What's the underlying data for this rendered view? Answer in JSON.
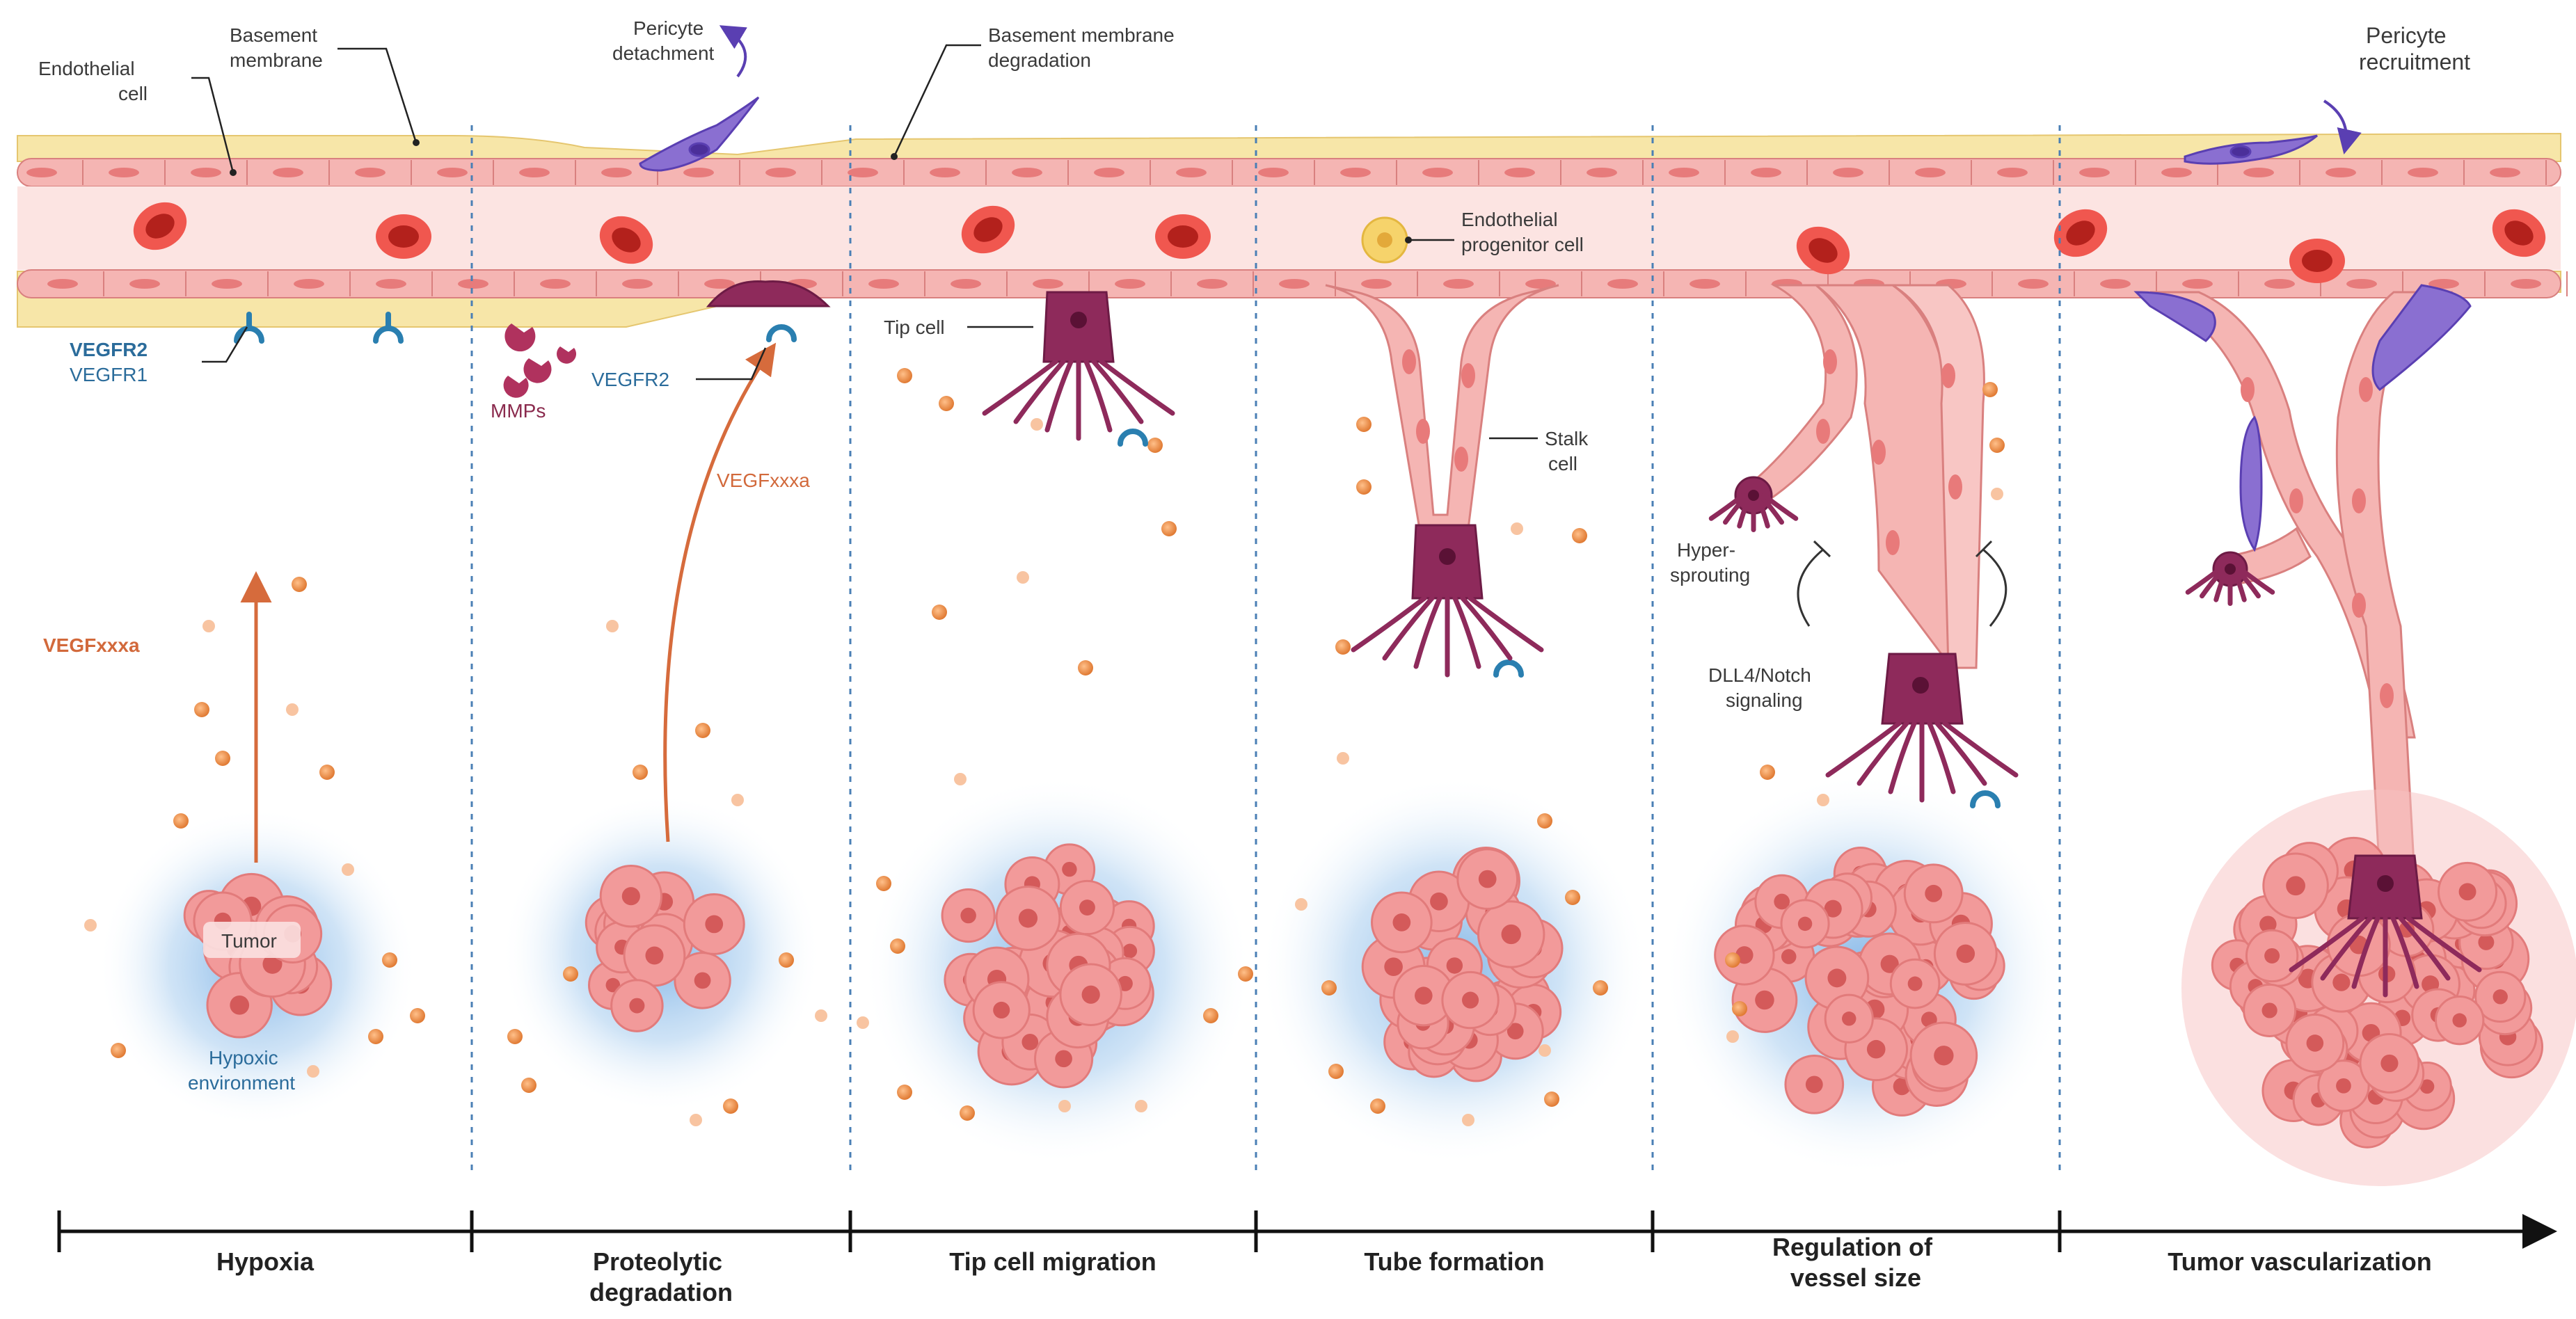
{
  "labels": {
    "endothelial_cell": [
      "Endothelial",
      "cell"
    ],
    "basement_membrane": [
      "Basement",
      "membrane"
    ],
    "pericyte_detachment": [
      "Pericyte",
      "detachment"
    ],
    "bm_degradation": [
      "Basement membrane",
      "degradation"
    ],
    "pericyte_recruitment": [
      "Pericyte",
      "recruitment"
    ],
    "vegfr2_bold": "VEGFR2",
    "vegfr1": "VEGFR1",
    "mmps": "MMPs",
    "vegfr2": "VEGFR2",
    "vegf_1": "VEGFxxxa",
    "vegf_2": "VEGFxxxa",
    "tumor": "Tumor",
    "hypoxic": [
      "Hypoxic",
      "environment"
    ],
    "tip_cell": "Tip cell",
    "epc": [
      "Endothelial",
      "progenitor cell"
    ],
    "stalk": [
      "Stalk",
      "cell"
    ],
    "hypersprouting": [
      "Hyper-",
      "sprouting"
    ],
    "dll4": [
      "DLL4/Notch",
      "signaling"
    ]
  },
  "timeline": {
    "stages": [
      [
        "Hypoxia"
      ],
      [
        "Proteolytic",
        "degradation"
      ],
      [
        "Tip cell migration"
      ],
      [
        "Tube formation"
      ],
      [
        "Regulation of",
        "vessel size"
      ],
      [
        "Tumor vascularization"
      ]
    ]
  },
  "colors": {
    "membrane": "#f7e6a8",
    "endothelium": "#f5b5b3",
    "lumen": "#fce4e2",
    "rbc": "#e0403a",
    "tip_cell": "#8e2a5b",
    "pericyte": "#8a6fd1",
    "vegf": "#ee8a48",
    "receptor": "#2a7fb0",
    "tumor": "#f29a9a",
    "hypoxia_glow": "#a8cdef"
  }
}
